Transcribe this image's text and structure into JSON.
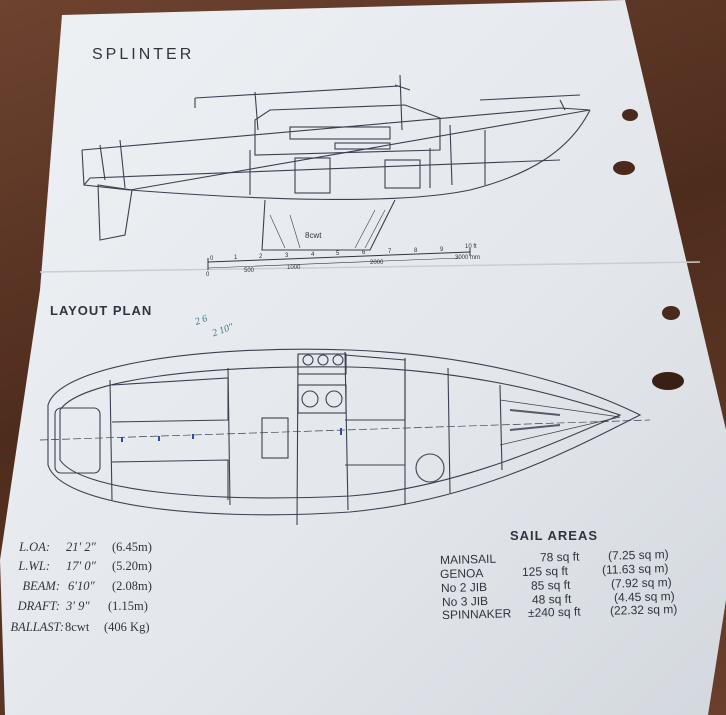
{
  "title": "SPLINTER",
  "layout_heading": "LAYOUT PLAN",
  "ballast_label": "8cwt",
  "pencil_note": [
    "2 6",
    "2 10\""
  ],
  "scale": {
    "ft_ticks": [
      "0",
      "1",
      "2",
      "3",
      "4",
      "5",
      "6",
      "7",
      "8",
      "9",
      "10 ft"
    ],
    "mm_ticks": [
      "0",
      "500",
      "1000",
      "2000",
      "3000 mm"
    ]
  },
  "dimensions": [
    {
      "label": "L.OA:",
      "imperial": "21′ 2″",
      "metric": "(6.45m)"
    },
    {
      "label": "L.WL:",
      "imperial": "17′ 0″",
      "metric": "(5.20m)"
    },
    {
      "label": "BEAM:",
      "imperial": "6′10″",
      "metric": "(2.08m)"
    },
    {
      "label": "DRAFT:",
      "imperial": "3′ 9″",
      "metric": "(1.15m)"
    },
    {
      "label": "BALLAST:",
      "imperial": "8cwt",
      "metric": "(406 Kg)"
    }
  ],
  "sail_areas": {
    "heading": "SAIL AREAS",
    "rows": [
      {
        "name": "MAINSAIL",
        "area": "78 sq ft",
        "metric": "(7.25 sq m)"
      },
      {
        "name": "GENOA",
        "area": "125 sq ft",
        "metric": "(11.63 sq m)"
      },
      {
        "name": "No 2 JIB",
        "area": "85 sq ft",
        "metric": "(7.92 sq m)"
      },
      {
        "name": "No 3 JIB",
        "area": "48 sq ft",
        "metric": "(4.45 sq m)"
      },
      {
        "name": "SPINNAKER",
        "area": "±240 sq ft",
        "metric": "(22.32 sq m)"
      }
    ]
  }
}
